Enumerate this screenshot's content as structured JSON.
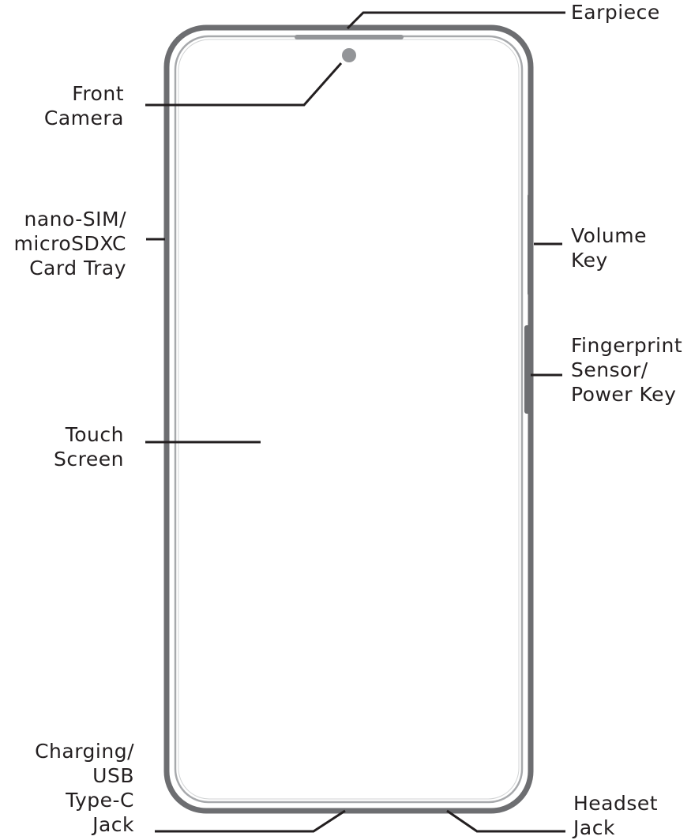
{
  "labels": {
    "earpiece": [
      "Earpiece"
    ],
    "front_camera": [
      "Front",
      "Camera"
    ],
    "sim_tray": [
      "nano-SIM/",
      "microSDXC",
      "Card Tray"
    ],
    "volume_key": [
      "Volume",
      "Key"
    ],
    "fingerprint": [
      "Fingerprint",
      "Sensor/",
      "Power Key"
    ],
    "touch_screen": [
      "Touch",
      "Screen"
    ],
    "charging": [
      "Charging/",
      "USB",
      "Type-C",
      "Jack"
    ],
    "headset": [
      "Headset",
      "Jack"
    ]
  },
  "colors": {
    "ink": "#231f20",
    "phone_outline": "#6d6e71",
    "phone_inner": "#a7a9ac",
    "camera": "#939598"
  }
}
